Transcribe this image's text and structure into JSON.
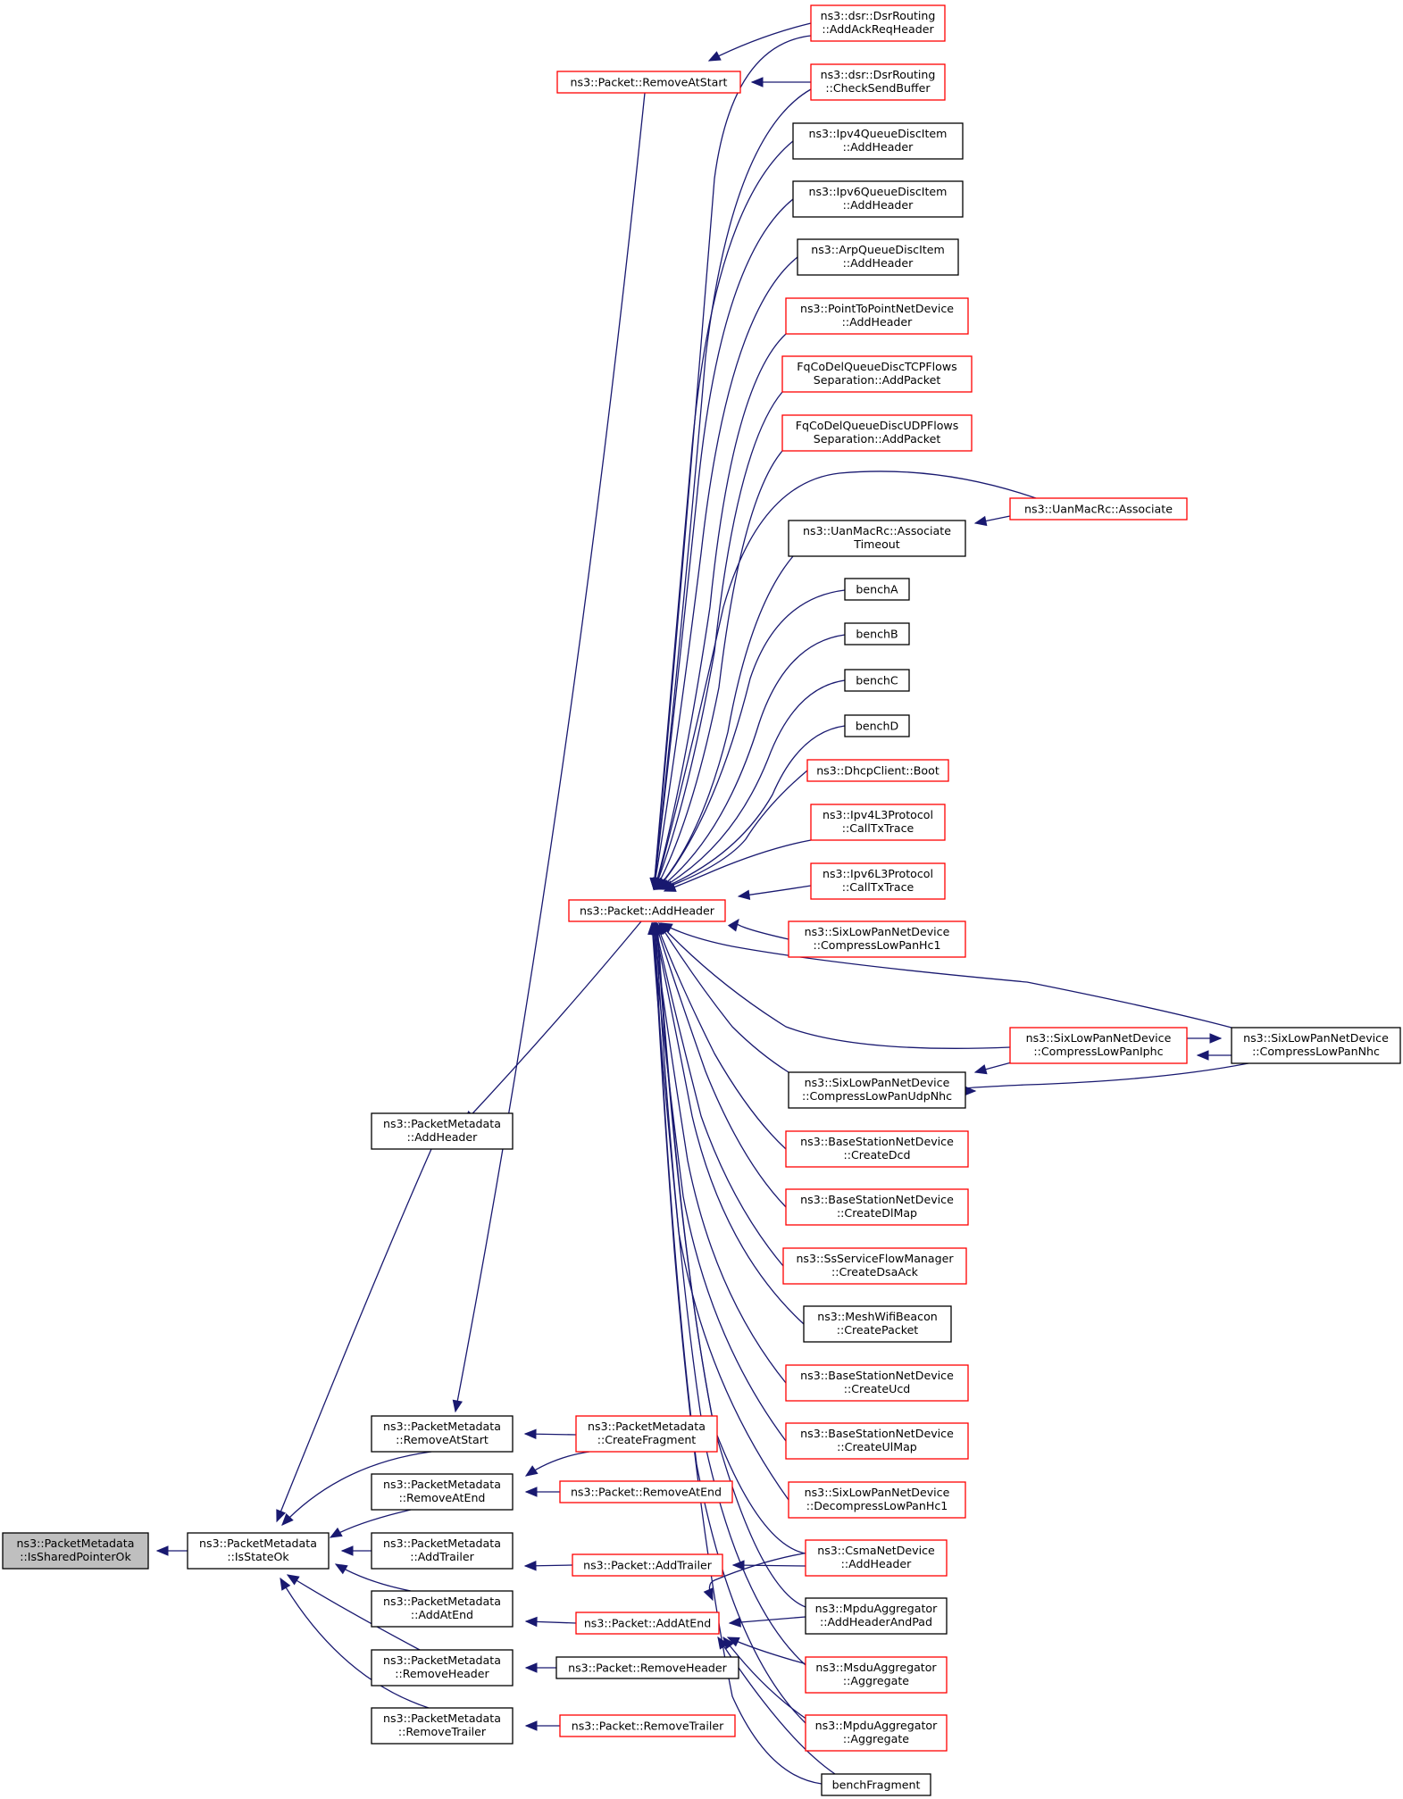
{
  "graph": {
    "title": "",
    "nodes": [
      {
        "id": "n0",
        "lines": [
          "ns3::PacketMetadata",
          "::IsSharedPointerOk"
        ],
        "style": "root"
      },
      {
        "id": "n1",
        "lines": [
          "ns3::PacketMetadata",
          "::IsStateOk"
        ],
        "style": "black"
      },
      {
        "id": "n2",
        "lines": [
          "ns3::PacketMetadata",
          "::AddHeader"
        ],
        "style": "black"
      },
      {
        "id": "n3",
        "lines": [
          "ns3::PacketMetadata",
          "::RemoveAtStart"
        ],
        "style": "black"
      },
      {
        "id": "n4",
        "lines": [
          "ns3::PacketMetadata",
          "::RemoveAtEnd"
        ],
        "style": "black"
      },
      {
        "id": "n5",
        "lines": [
          "ns3::PacketMetadata",
          "::AddTrailer"
        ],
        "style": "black"
      },
      {
        "id": "n6",
        "lines": [
          "ns3::PacketMetadata",
          "::AddAtEnd"
        ],
        "style": "black"
      },
      {
        "id": "n7",
        "lines": [
          "ns3::PacketMetadata",
          "::RemoveHeader"
        ],
        "style": "black"
      },
      {
        "id": "n8",
        "lines": [
          "ns3::PacketMetadata",
          "::RemoveTrailer"
        ],
        "style": "black"
      },
      {
        "id": "n9",
        "lines": [
          "ns3::Packet::RemoveAtStart"
        ],
        "style": "red"
      },
      {
        "id": "n10",
        "lines": [
          "ns3::Packet::AddHeader"
        ],
        "style": "red"
      },
      {
        "id": "n11",
        "lines": [
          "ns3::PacketMetadata",
          "::CreateFragment"
        ],
        "style": "red"
      },
      {
        "id": "n12",
        "lines": [
          "ns3::Packet::RemoveAtEnd"
        ],
        "style": "red"
      },
      {
        "id": "n13",
        "lines": [
          "ns3::Packet::AddTrailer"
        ],
        "style": "red"
      },
      {
        "id": "n14",
        "lines": [
          "ns3::Packet::AddAtEnd"
        ],
        "style": "red"
      },
      {
        "id": "n15",
        "lines": [
          "ns3::Packet::RemoveHeader"
        ],
        "style": "black"
      },
      {
        "id": "n16",
        "lines": [
          "ns3::Packet::RemoveTrailer"
        ],
        "style": "red"
      },
      {
        "id": "n17",
        "lines": [
          "ns3::dsr::DsrRouting",
          "::AddAckReqHeader"
        ],
        "style": "red"
      },
      {
        "id": "n18",
        "lines": [
          "ns3::dsr::DsrRouting",
          "::CheckSendBuffer"
        ],
        "style": "red"
      },
      {
        "id": "n19",
        "lines": [
          "ns3::Ipv4QueueDiscItem",
          "::AddHeader"
        ],
        "style": "black"
      },
      {
        "id": "n20",
        "lines": [
          "ns3::Ipv6QueueDiscItem",
          "::AddHeader"
        ],
        "style": "black"
      },
      {
        "id": "n21",
        "lines": [
          "ns3::ArpQueueDiscItem",
          "::AddHeader"
        ],
        "style": "black"
      },
      {
        "id": "n22",
        "lines": [
          "ns3::PointToPointNetDevice",
          "::AddHeader"
        ],
        "style": "red"
      },
      {
        "id": "n23",
        "lines": [
          "FqCoDelQueueDiscTCPFlows",
          "Separation::AddPacket"
        ],
        "style": "red"
      },
      {
        "id": "n24",
        "lines": [
          "FqCoDelQueueDiscUDPFlows",
          "Separation::AddPacket"
        ],
        "style": "red"
      },
      {
        "id": "n25",
        "lines": [
          "ns3::UanMacRc::Associate"
        ],
        "style": "red"
      },
      {
        "id": "n26",
        "lines": [
          "ns3::UanMacRc::Associate",
          "Timeout"
        ],
        "style": "black"
      },
      {
        "id": "n27",
        "lines": [
          "benchA"
        ],
        "style": "black"
      },
      {
        "id": "n28",
        "lines": [
          "benchB"
        ],
        "style": "black"
      },
      {
        "id": "n29",
        "lines": [
          "benchC"
        ],
        "style": "black"
      },
      {
        "id": "n30",
        "lines": [
          "benchD"
        ],
        "style": "black"
      },
      {
        "id": "n31",
        "lines": [
          "ns3::DhcpClient::Boot"
        ],
        "style": "red"
      },
      {
        "id": "n32",
        "lines": [
          "ns3::Ipv4L3Protocol",
          "::CallTxTrace"
        ],
        "style": "red"
      },
      {
        "id": "n33",
        "lines": [
          "ns3::Ipv6L3Protocol",
          "::CallTxTrace"
        ],
        "style": "red"
      },
      {
        "id": "n34",
        "lines": [
          "ns3::SixLowPanNetDevice",
          "::CompressLowPanHc1"
        ],
        "style": "red"
      },
      {
        "id": "n35",
        "lines": [
          "ns3::SixLowPanNetDevice",
          "::CompressLowPanIphc"
        ],
        "style": "red"
      },
      {
        "id": "n36",
        "lines": [
          "ns3::SixLowPanNetDevice",
          "::CompressLowPanNhc"
        ],
        "style": "black"
      },
      {
        "id": "n37",
        "lines": [
          "ns3::SixLowPanNetDevice",
          "::CompressLowPanUdpNhc"
        ],
        "style": "black"
      },
      {
        "id": "n38",
        "lines": [
          "ns3::BaseStationNetDevice",
          "::CreateDcd"
        ],
        "style": "red"
      },
      {
        "id": "n39",
        "lines": [
          "ns3::BaseStationNetDevice",
          "::CreateDlMap"
        ],
        "style": "red"
      },
      {
        "id": "n40",
        "lines": [
          "ns3::SsServiceFlowManager",
          "::CreateDsaAck"
        ],
        "style": "red"
      },
      {
        "id": "n41",
        "lines": [
          "ns3::MeshWifiBeacon",
          "::CreatePacket"
        ],
        "style": "black"
      },
      {
        "id": "n42",
        "lines": [
          "ns3::BaseStationNetDevice",
          "::CreateUcd"
        ],
        "style": "red"
      },
      {
        "id": "n43",
        "lines": [
          "ns3::BaseStationNetDevice",
          "::CreateUlMap"
        ],
        "style": "red"
      },
      {
        "id": "n44",
        "lines": [
          "ns3::SixLowPanNetDevice",
          "::DecompressLowPanHc1"
        ],
        "style": "red"
      },
      {
        "id": "n45",
        "lines": [
          "ns3::CsmaNetDevice",
          "::AddHeader"
        ],
        "style": "red"
      },
      {
        "id": "n46",
        "lines": [
          "ns3::MpduAggregator",
          "::AddHeaderAndPad"
        ],
        "style": "black"
      },
      {
        "id": "n47",
        "lines": [
          "ns3::MsduAggregator",
          "::Aggregate"
        ],
        "style": "red"
      },
      {
        "id": "n48",
        "lines": [
          "ns3::MpduAggregator",
          "::Aggregate"
        ],
        "style": "red"
      },
      {
        "id": "n49",
        "lines": [
          "benchFragment"
        ],
        "style": "black"
      }
    ],
    "edges": [
      [
        "n1",
        "n0"
      ],
      [
        "n2",
        "n1"
      ],
      [
        "n3",
        "n1"
      ],
      [
        "n4",
        "n1"
      ],
      [
        "n5",
        "n1"
      ],
      [
        "n6",
        "n1"
      ],
      [
        "n7",
        "n1"
      ],
      [
        "n8",
        "n1"
      ],
      [
        "n10",
        "n2"
      ],
      [
        "n9",
        "n3"
      ],
      [
        "n11",
        "n3"
      ],
      [
        "n11",
        "n4"
      ],
      [
        "n12",
        "n4"
      ],
      [
        "n13",
        "n5"
      ],
      [
        "n14",
        "n6"
      ],
      [
        "n15",
        "n7"
      ],
      [
        "n16",
        "n8"
      ],
      [
        "n17",
        "n9"
      ],
      [
        "n18",
        "n9"
      ],
      [
        "n17",
        "n10"
      ],
      [
        "n18",
        "n10"
      ],
      [
        "n19",
        "n10"
      ],
      [
        "n20",
        "n10"
      ],
      [
        "n21",
        "n10"
      ],
      [
        "n22",
        "n10"
      ],
      [
        "n23",
        "n10"
      ],
      [
        "n24",
        "n10"
      ],
      [
        "n25",
        "n10"
      ],
      [
        "n26",
        "n10"
      ],
      [
        "n27",
        "n10"
      ],
      [
        "n28",
        "n10"
      ],
      [
        "n29",
        "n10"
      ],
      [
        "n30",
        "n10"
      ],
      [
        "n31",
        "n10"
      ],
      [
        "n32",
        "n10"
      ],
      [
        "n33",
        "n10"
      ],
      [
        "n34",
        "n10"
      ],
      [
        "n35",
        "n10"
      ],
      [
        "n36",
        "n10"
      ],
      [
        "n37",
        "n10"
      ],
      [
        "n38",
        "n10"
      ],
      [
        "n39",
        "n10"
      ],
      [
        "n40",
        "n10"
      ],
      [
        "n41",
        "n10"
      ],
      [
        "n42",
        "n10"
      ],
      [
        "n43",
        "n10"
      ],
      [
        "n44",
        "n10"
      ],
      [
        "n45",
        "n10"
      ],
      [
        "n46",
        "n10"
      ],
      [
        "n47",
        "n10"
      ],
      [
        "n48",
        "n10"
      ],
      [
        "n49",
        "n10"
      ],
      [
        "n25",
        "n26"
      ],
      [
        "n36",
        "n35"
      ],
      [
        "n35",
        "n36"
      ],
      [
        "n36",
        "n37"
      ],
      [
        "n35",
        "n37"
      ],
      [
        "n45",
        "n13"
      ],
      [
        "n45",
        "n14"
      ],
      [
        "n46",
        "n14"
      ],
      [
        "n47",
        "n14"
      ],
      [
        "n48",
        "n14"
      ],
      [
        "n49",
        "n14"
      ]
    ],
    "colors": {
      "edge": "#191970",
      "red_border": "#ff0000",
      "black_border": "#000000",
      "root_fill": "#bfbfbf"
    }
  }
}
